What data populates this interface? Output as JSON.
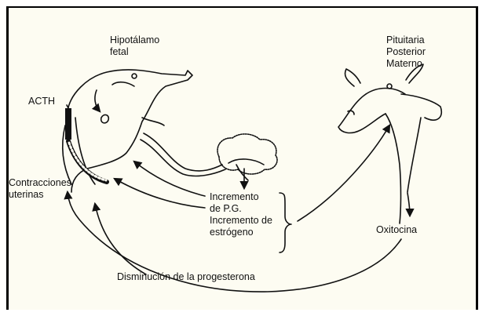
{
  "labels": {
    "hypothalamus": "Hipotálamo\nfetal",
    "acth": "ACTH",
    "pituitary": "Pituitaria\nPosterior\nMaterno",
    "contractions": "Contracciones\nuterinas",
    "pg_increase": "Incremento\nde P.G.",
    "estrogen_increase": "Incremento de\nestrógeno",
    "oxytocin": "Oxitocina",
    "progesterone": "Disminución de la progesterona"
  },
  "colors": {
    "background": "#fdfcf2",
    "ink": "#111111",
    "frame": "#000000"
  }
}
